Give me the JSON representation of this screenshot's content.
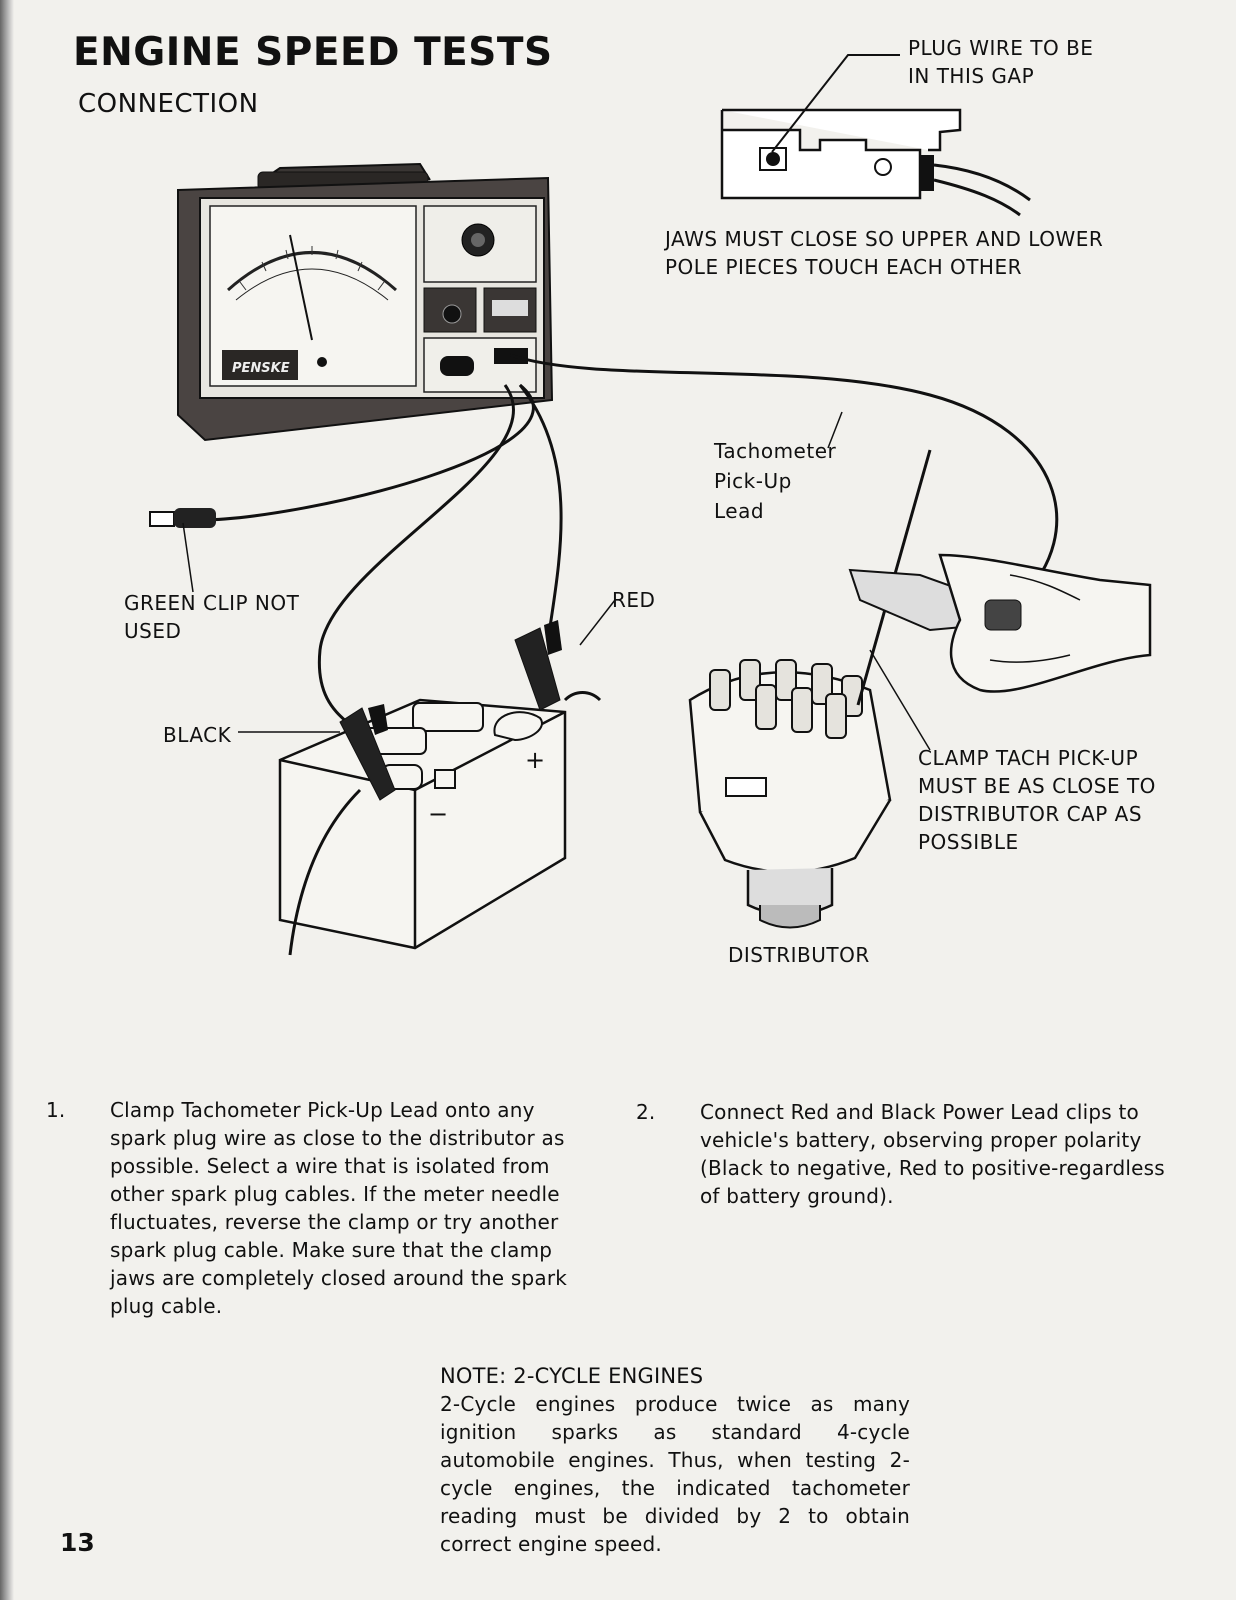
{
  "page": {
    "title": "ENGINE SPEED TESTS",
    "subtitle": "CONNECTION",
    "page_number": "13"
  },
  "figure": {
    "labels": {
      "plug_wire_line1": "PLUG WIRE TO BE",
      "plug_wire_line2": "IN THIS GAP",
      "jaws_line1": "JAWS MUST CLOSE SO UPPER AND LOWER",
      "jaws_line2": "POLE PIECES TOUCH EACH OTHER",
      "tach_line1": "Tachometer",
      "tach_line2": "Pick-Up",
      "tach_line3": "Lead",
      "green_line1": "GREEN CLIP NOT",
      "green_line2": "USED",
      "red": "RED",
      "black": "BLACK",
      "clamp_line1": "CLAMP TACH PICK-UP",
      "clamp_line2": "MUST BE AS CLOSE TO",
      "clamp_line3": "DISTRIBUTOR CAP AS",
      "clamp_line4": "POSSIBLE",
      "distributor": "DISTRIBUTOR",
      "brand": "PENSKE",
      "battery_plus": "+",
      "battery_minus": "−"
    }
  },
  "steps": [
    {
      "number": "1.",
      "text": "Clamp Tachometer Pick-Up Lead onto any spark plug wire as close to the distributor as possible. Select a wire that is isolated from other spark plug cables. If the meter needle fluctuates, reverse the clamp or try another spark plug cable. Make sure that the clamp jaws are completely closed around the spark plug cable."
    },
    {
      "number": "2.",
      "text": "Connect Red and Black Power Lead clips to vehicle's battery, observing proper polarity (Black to negative, Red to positive-regardless of battery ground)."
    }
  ],
  "note": {
    "heading": "NOTE: 2-CYCLE ENGINES",
    "text": "2-Cycle engines produce twice as many ignition sparks as standard 4-cycle automobile engines. Thus, when testing 2-cycle engines, the indicated tachometer reading must be divided by 2 to obtain correct engine speed."
  }
}
